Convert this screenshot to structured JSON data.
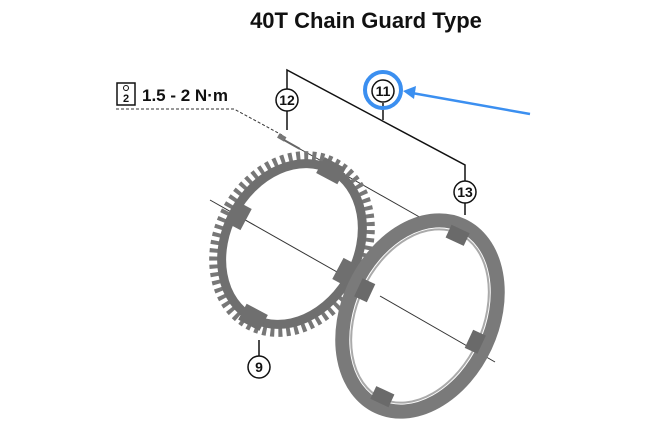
{
  "title": "40T Chain Guard Type",
  "torque": {
    "icon": "hex-wrench-2-icon",
    "tool_size": "2",
    "value": "1.5 - 2 N·m"
  },
  "callouts": {
    "chain_guard_assembly": "11",
    "bolt": "12",
    "chain_guard": "13",
    "chainring": "9"
  },
  "highlight": {
    "target": "11",
    "color": "#3b8ff0"
  }
}
